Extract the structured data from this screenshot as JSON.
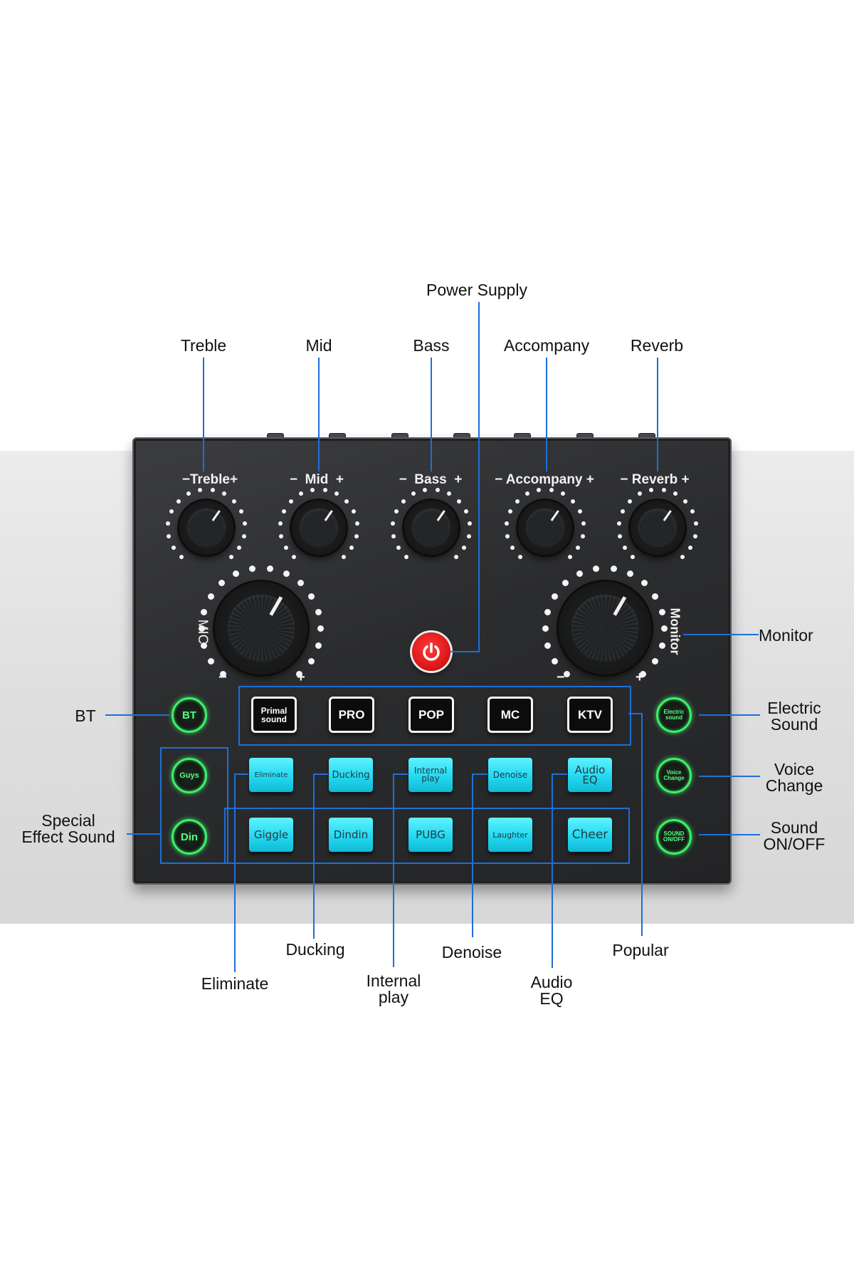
{
  "callouts": {
    "power_supply": "Power Supply",
    "treble": "Treble",
    "mid": "Mid",
    "bass": "Bass",
    "accompany": "Accompany",
    "reverb": "Reverb",
    "monitor": "Monitor",
    "bt": "BT",
    "electric_sound": "Electric\nSound",
    "voice_change": "Voice\nChange",
    "special_effect_sound": "Special\nEffect Sound",
    "sound_on_off": "Sound\nON/OFF",
    "ducking": "Ducking",
    "denoise": "Denoise",
    "popular": "Popular",
    "eliminate": "Eliminate",
    "internal_play": "Internal\nplay",
    "audio_eq": "Audio\nEQ"
  },
  "panel": {
    "knobs": {
      "treble": "Treble",
      "mid": "Mid",
      "bass": "Bass",
      "accompany": "Accompany",
      "reverb": "Reverb",
      "mic": "MIC",
      "monitor": "Monitor"
    },
    "minus": "−",
    "plus": "+",
    "mode_buttons": [
      "Primal\nsound",
      "PRO",
      "POP",
      "MC",
      "KTV"
    ],
    "fx_row1": [
      "Eliminate",
      "Ducking",
      "Internal\nplay",
      "Denoise",
      "Audio\nEQ"
    ],
    "fx_row2": [
      "Giggle",
      "Dindin",
      "PUBG",
      "Laughter",
      "Cheer"
    ],
    "left_buttons": [
      "BT",
      "Guys",
      "Din"
    ],
    "right_buttons": [
      "Electric\nsound",
      "Voice\nChange",
      "SOUND\nON/OFF"
    ]
  },
  "colors": {
    "line": "#1d6fd9",
    "device": "#2b2c2e",
    "fx_button": "#1fd6ee",
    "round_button_glow": "#3cf06a",
    "power": "#e01818"
  }
}
